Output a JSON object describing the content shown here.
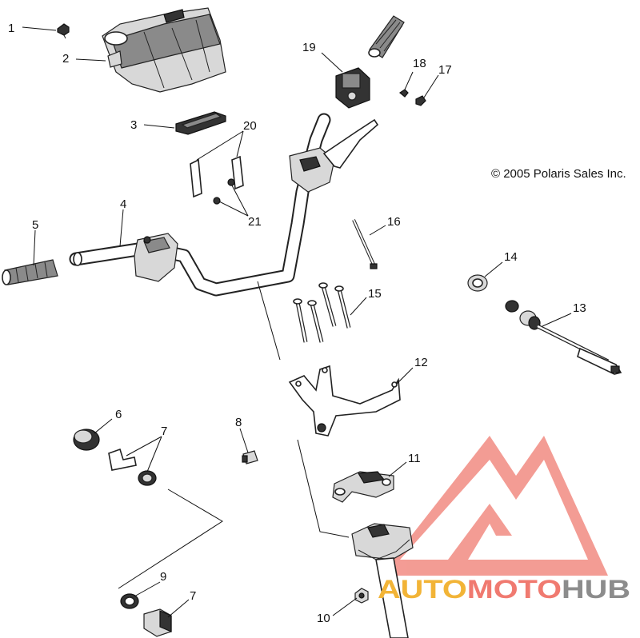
{
  "copyright": "© 2005 Polaris Sales Inc.",
  "callouts": [
    {
      "id": "c1",
      "label": "1"
    },
    {
      "id": "c2",
      "label": "2"
    },
    {
      "id": "c3",
      "label": "3"
    },
    {
      "id": "c4",
      "label": "4"
    },
    {
      "id": "c5",
      "label": "5"
    },
    {
      "id": "c6",
      "label": "6"
    },
    {
      "id": "c7a",
      "label": "7"
    },
    {
      "id": "c7b",
      "label": "7"
    },
    {
      "id": "c8",
      "label": "8"
    },
    {
      "id": "c9",
      "label": "9"
    },
    {
      "id": "c10",
      "label": "10"
    },
    {
      "id": "c11",
      "label": "11"
    },
    {
      "id": "c12",
      "label": "12"
    },
    {
      "id": "c13",
      "label": "13"
    },
    {
      "id": "c14",
      "label": "14"
    },
    {
      "id": "c15",
      "label": "15"
    },
    {
      "id": "c16",
      "label": "16"
    },
    {
      "id": "c17",
      "label": "17"
    },
    {
      "id": "c18",
      "label": "18"
    },
    {
      "id": "c19",
      "label": "19"
    },
    {
      "id": "c20",
      "label": "20"
    },
    {
      "id": "c21",
      "label": "21"
    }
  ],
  "watermark": {
    "word_auto": "AUTO",
    "word_moto": "MOTO",
    "word_hub": "HUB",
    "colors": {
      "auto": "#f2b437",
      "moto": "#f07a70",
      "hub": "#8c8c8c",
      "logo": "#f28b82"
    }
  }
}
